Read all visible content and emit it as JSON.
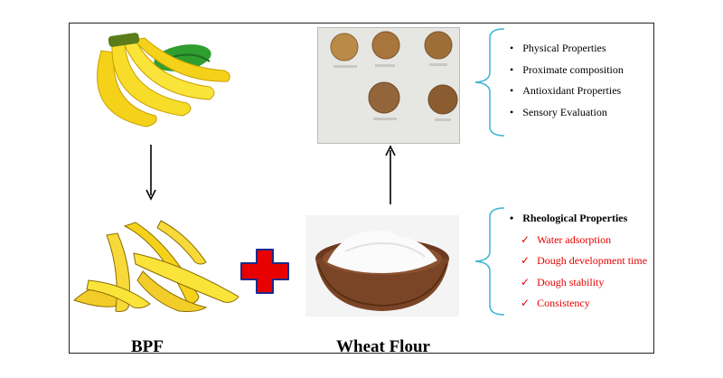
{
  "labels": {
    "bpf": "BPF",
    "wheat_flour": "Wheat Flour"
  },
  "top_list": {
    "items": [
      "Physical Properties",
      "Proximate composition",
      "Antioxidant Properties",
      "Sensory Evaluation"
    ]
  },
  "bottom_list": {
    "heading": "Rheological Properties",
    "items": [
      "Water adsorption",
      "Dough development time",
      "Dough stability",
      "Consistency"
    ],
    "check_glyph": "✓"
  },
  "colors": {
    "bracket": "#3cb4d2",
    "plus": "#e80000",
    "plus_border": "#1a2b8c",
    "rheology_items": "#e60000"
  },
  "icons": [
    "banana-bunch-icon",
    "banana-peels-icon",
    "cookies-photo",
    "flour-bowl-icon",
    "plus-icon"
  ]
}
